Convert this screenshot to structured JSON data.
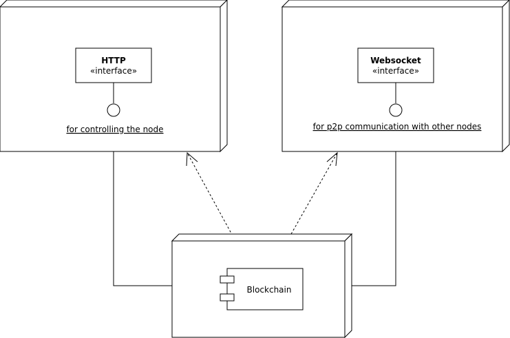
{
  "nodes": {
    "left": {
      "interface_name": "HTTP",
      "interface_stereotype": "«interface»",
      "note": "for controlling the node"
    },
    "right": {
      "interface_name": "Websocket",
      "interface_stereotype": "«interface»",
      "note": "for p2p communication with other nodes"
    },
    "bottom": {
      "component_label": "Blockchain"
    }
  }
}
